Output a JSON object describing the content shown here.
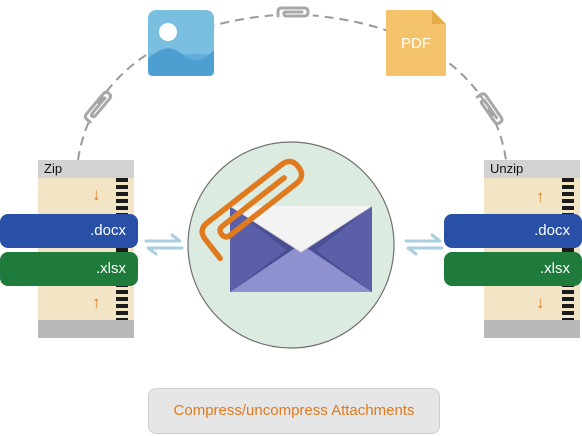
{
  "left_panel": {
    "title": "Zip"
  },
  "right_panel": {
    "title": "Unzip"
  },
  "files": {
    "docx": ".docx",
    "xlsx": ".xlsx"
  },
  "top_icons": {
    "pdf_label": "PDF"
  },
  "caption": "Compress/uncompress Attachments",
  "colors": {
    "docx": "#2750a6",
    "xlsx": "#1e7b3c",
    "accent_orange": "#e07a1f",
    "envelope": "#4a4f94",
    "circle_bg": "#dcebe0",
    "pdf_tile": "#f4c26a",
    "image_tile": "#7bbfe0"
  },
  "icons": [
    "image-file-icon",
    "paperclip-icon",
    "pdf-file-icon",
    "envelope-icon",
    "swap-arrows-icon",
    "zipper-icon"
  ]
}
